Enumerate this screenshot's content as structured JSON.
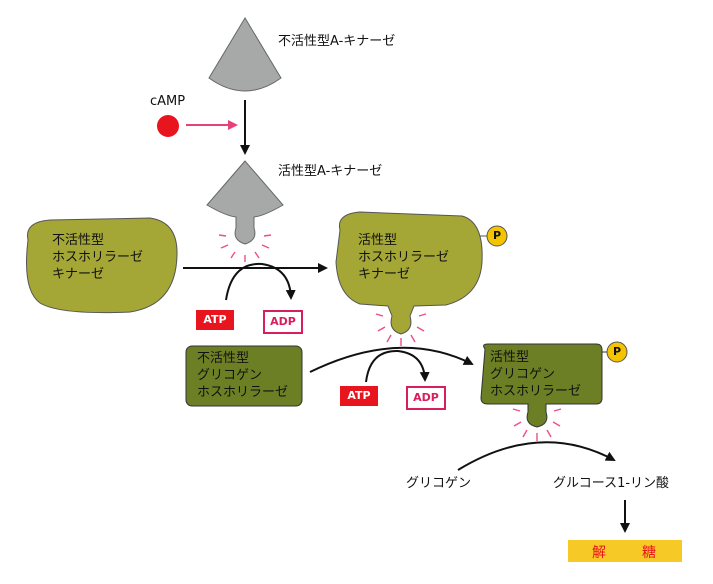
{
  "labels": {
    "inactive_pka": "不活性型A-キナーゼ",
    "camp": "cAMP",
    "active_pka": "活性型A-キナーゼ",
    "glycogen": "グリコゲン",
    "g1p": "グルコース1-リン酸"
  },
  "inactive_phk": {
    "line1": "不活性型",
    "line2": "ホスホリラーゼ",
    "line3": "キナーゼ"
  },
  "active_phk": {
    "line1": "活性型",
    "line2": "ホスホリラーゼ",
    "line3": "キナーゼ"
  },
  "inactive_gp": {
    "line1": "不活性型",
    "line2": "グリコゲン",
    "line3": "ホスホリラーゼ"
  },
  "active_gp": {
    "line1": "活性型",
    "line2": "グリコゲン",
    "line3": "ホスホリラーゼ"
  },
  "tags": {
    "atp": "ATP",
    "adp": "ADP",
    "phosphate": "P"
  },
  "result": {
    "char1": "解",
    "char2": "糖"
  },
  "colors": {
    "pka_gray": "#a7a9a8",
    "phk_olive": "#a4a636",
    "gp_green": "#6d7f24",
    "camp_red": "#e8141e",
    "arrow_pink": "#e8417a",
    "glow_pink": "#ec4d8c",
    "phosphate_yellow": "#f5c400",
    "banner_yellow": "#f7c927"
  }
}
